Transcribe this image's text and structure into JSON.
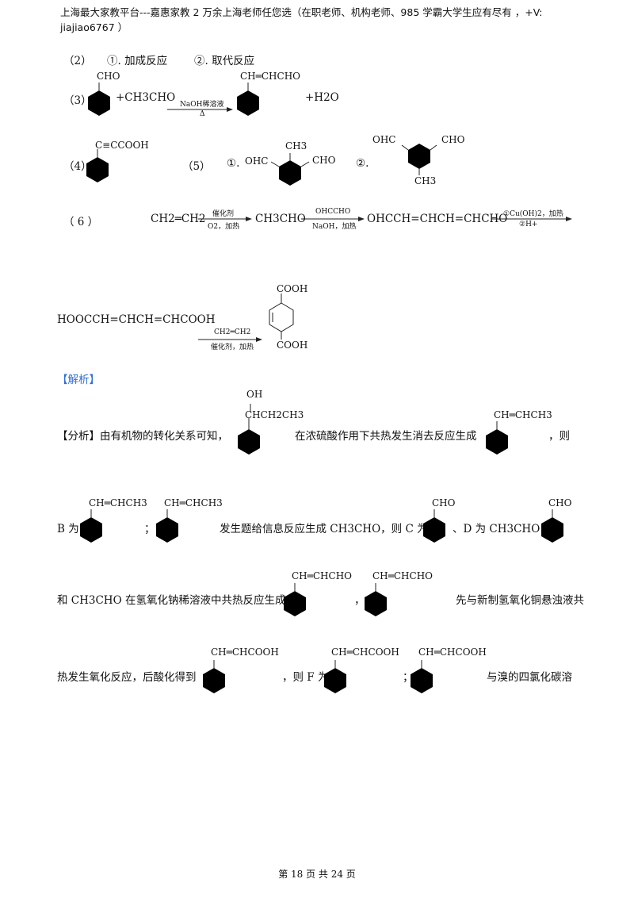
{
  "header": {
    "line1": "上海最大家教平台---嘉惠家教    2 万余上海老师任您选（在职老师、机构老师、985 学霸大学生应有尽有   ，+V:",
    "line2": "jiajiao6767 ）"
  },
  "answers": {
    "q2": {
      "label": "（2）",
      "opt1": "①. 加成反应",
      "opt2": "②. 取代反应"
    },
    "q3": {
      "label": "（3）",
      "reactant1_sub": "CHO",
      "plus_reagent": "+CH3CHO",
      "arrow_top": "NaOH稀溶液",
      "arrow_bottom": "Δ",
      "product_sub": "CH═CHCHO",
      "byproduct": "+H2O"
    },
    "q4": {
      "label": "（4）",
      "sub": "C≡CCOOH"
    },
    "q5": {
      "label": "（5）",
      "opt1": "①.",
      "opt1_left": "OHC",
      "opt1_top": "CH3",
      "opt1_right": "CHO",
      "opt2": "②.",
      "opt2_left": "OHC",
      "opt2_right": "CHO",
      "opt2_bottom": "CH3"
    },
    "q6": {
      "label": "（      6      ）",
      "start": "CH2═CH2",
      "arrow1_top": "催化剂",
      "arrow1_bottom": "O2，加热",
      "mid1": "CH3CHO",
      "arrow2_top": "OHCCHO",
      "arrow2_bottom": "NaOH，加热",
      "mid2": "OHCCH=CHCH=CHCHO",
      "arrow3_top": "①Cu(OH)2，加热",
      "arrow3_bottom": "②H+",
      "mid3": "HOOCCH=CHCH=CHCOOH",
      "arrow4_top": "CH2═CH2",
      "arrow4_bottom": "催化剂，加热",
      "product_top": "COOH",
      "product_bottom": "COOH"
    }
  },
  "analysis": {
    "heading": "【解析】",
    "p1_prefix": "【分析】由有机物的转化关系可知，",
    "p1_struct1_top": "OH",
    "p1_struct1_sub": "CHCH2CH3",
    "p1_mid": "在浓硫酸作用下共热发生消去反应生成",
    "p1_struct2_sub": "CH═CHCH3",
    "p1_end": "，则",
    "p2_prefix": "B 为",
    "p2_struct1_sub": "CH═CHCH3",
    "p2_sep": "；",
    "p2_struct2_sub": "CH═CHCH3",
    "p2_mid": "发生题给信息反应生成 CH3CHO，则 C 为",
    "p2_struct3_sub": "CHO",
    "p2_mid2": "、D 为 CH3CHO；",
    "p2_struct4_sub": "CHO",
    "p3_prefix": "和 CH3CHO 在氢氧化钠稀溶液中共热反应生成",
    "p3_struct1_sub": "CH═CHCHO",
    "p3_sep": "，",
    "p3_struct2_sub": "CH═CHCHO",
    "p3_end": "先与新制氢氧化铜悬浊液共",
    "p4_prefix": "热发生氧化反应，后酸化得到",
    "p4_struct1_sub": "CH═CHCOOH",
    "p4_mid": "，则 F 为",
    "p4_struct2_sub": "CH═CHCOOH",
    "p4_sep": "；",
    "p4_struct3_sub": "CH═CHCOOH",
    "p4_end": "与溴的四氯化碳溶"
  },
  "footer": {
    "page": "第 18 页 共 24 页"
  }
}
